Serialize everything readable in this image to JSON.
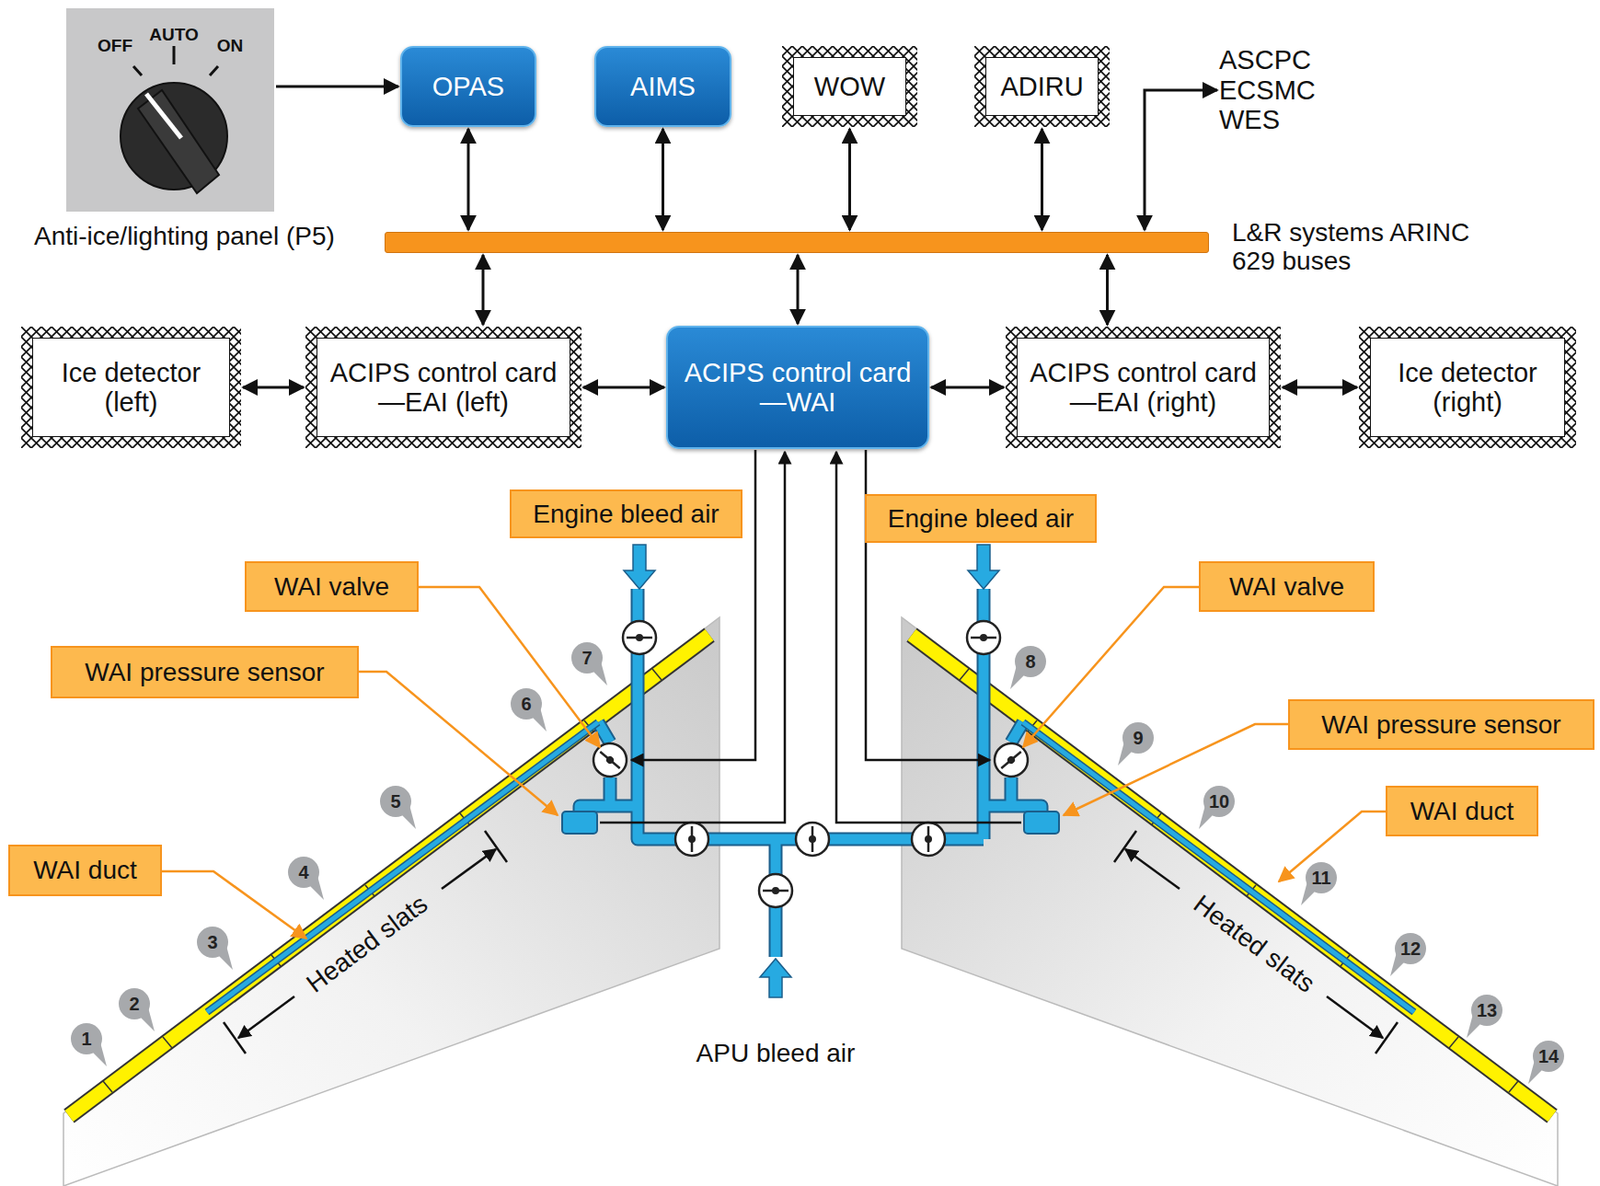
{
  "diagram": {
    "nodes": [
      {
        "text": [
          "OFF",
          "AUTO",
          "ON",
          "Anti-ice/lighting panel (P5)"
        ]
      },
      {
        "text": [
          "OPAS"
        ]
      },
      {
        "text": [
          "AIMS"
        ]
      },
      {
        "text": [
          "WOW"
        ]
      },
      {
        "text": [
          "ADIRU"
        ]
      },
      {
        "text": [
          "ASCPC ECSMC WES"
        ]
      },
      {
        "text": [
          "L&R systems ARINC 629 buses"
        ]
      },
      {
        "text": [
          "Ice detector (left)"
        ]
      },
      {
        "text": [
          "ACIPS control card—EAI (left)"
        ]
      },
      {
        "text": [
          "ACIPS control card—WAI"
        ]
      },
      {
        "text": [
          "ACIPS control card—EAI (right)"
        ]
      },
      {
        "text": [
          "Ice detector (right)"
        ]
      },
      {
        "text": [
          "Engine bleed air"
        ]
      },
      {
        "text": [
          "Engine bleed air"
        ]
      },
      {
        "text": [
          "WAI valve"
        ]
      },
      {
        "text": [
          "WAI valve"
        ]
      },
      {
        "text": [
          "WAI pressure sensor"
        ]
      },
      {
        "text": [
          "WAI pressure sensor"
        ]
      },
      {
        "text": [
          "WAI duct"
        ]
      },
      {
        "text": [
          "WAI duct"
        ]
      }
    ],
    "edges": [
      {
        "from": 0,
        "to": 1,
        "arrow": "to"
      },
      {
        "from": 1,
        "to": 6,
        "arrow": "both"
      },
      {
        "from": 2,
        "to": 6,
        "arrow": "both"
      },
      {
        "from": 3,
        "to": 6,
        "arrow": "both"
      },
      {
        "from": 4,
        "to": 6,
        "arrow": "both"
      },
      {
        "from": 6,
        "to": 5,
        "arrow": "both"
      },
      {
        "from": 7,
        "to": 8,
        "arrow": "both"
      },
      {
        "from": 8,
        "to": 9,
        "arrow": "both"
      },
      {
        "from": 9,
        "to": 10,
        "arrow": "both"
      },
      {
        "from": 10,
        "to": 11,
        "arrow": "both"
      },
      {
        "from": 8,
        "to": 6,
        "arrow": "both"
      },
      {
        "from": 9,
        "to": 6,
        "arrow": "both"
      },
      {
        "from": 10,
        "to": 6,
        "arrow": "both"
      }
    ],
    "labels": [
      "1",
      "2",
      "3",
      "4",
      "5",
      "6",
      "7",
      "8",
      "9",
      "10",
      "11",
      "12",
      "13",
      "14",
      "Heated slats",
      "Heated slats",
      "APU bleed air"
    ]
  }
}
